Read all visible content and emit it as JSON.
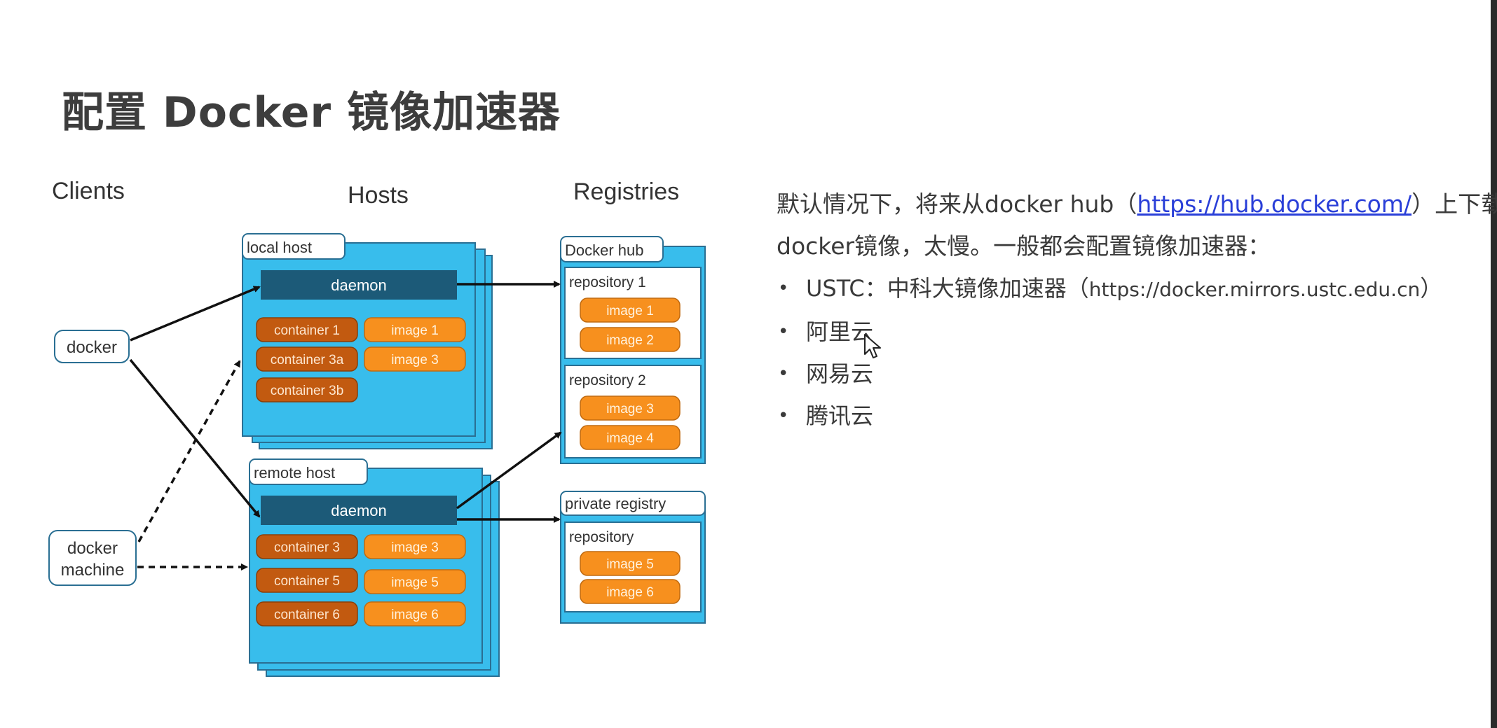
{
  "slide": {
    "title": "配置 Docker 镜像加速器"
  },
  "diagram": {
    "columns": {
      "clients": "Clients",
      "hosts": "Hosts",
      "registries": "Registries"
    },
    "clients": {
      "docker": "docker",
      "docker_machine_line1": "docker",
      "docker_machine_line2": "machine"
    },
    "local_host": {
      "label": "local host",
      "daemon": "daemon",
      "containers": [
        "container 1",
        "container 3a",
        "container 3b"
      ],
      "images": [
        "image 1",
        "image 3"
      ]
    },
    "remote_host": {
      "label": "remote host",
      "daemon": "daemon",
      "containers": [
        "container 3",
        "container 5",
        "container 6"
      ],
      "images": [
        "image 3",
        "image 5",
        "image 6"
      ]
    },
    "docker_hub": {
      "label": "Docker hub",
      "repositories": [
        {
          "label": "repository 1",
          "images": [
            "image 1",
            "image 2"
          ]
        },
        {
          "label": "repository 2",
          "images": [
            "image 3",
            "image 4"
          ]
        }
      ]
    },
    "private_registry": {
      "label": "private registry",
      "repository": {
        "label": "repository",
        "images": [
          "image 5",
          "image 6"
        ]
      }
    },
    "colors": {
      "host_blue": "#38bdec",
      "daemon_navy": "#1c5a78",
      "container_brown": "#c25a10",
      "image_orange": "#f7901e",
      "frame_border": "#2a6f93"
    }
  },
  "notes": {
    "intro_prefix": "默认情况下，将来从docker hub（",
    "intro_link": "https://hub.docker.com/",
    "intro_suffix": "）上下载",
    "intro_line2": "docker镜像，太慢。一般都会配置镜像加速器：",
    "bullets": [
      {
        "prefix": "USTC：中科大镜像加速器（",
        "sub": "https://docker.mirrors.ustc.edu.cn",
        "suffix": "）"
      },
      {
        "prefix": "阿里云"
      },
      {
        "prefix": "网易云"
      },
      {
        "prefix": "腾讯云"
      }
    ],
    "bullet_glyph": "•"
  }
}
